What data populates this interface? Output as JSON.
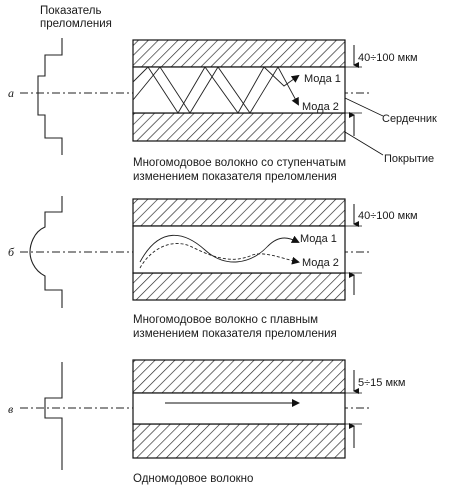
{
  "axis_label": {
    "line1": "Показатель",
    "line2": "преломления"
  },
  "panels": [
    {
      "letter": "а",
      "dimension": "40÷100 мкм",
      "modes": [
        "Мода 1",
        "Мода 2"
      ],
      "caption_line1": "Многомодовое волокно со ступенчатым",
      "caption_line2": "изменением показателя преломления"
    },
    {
      "letter": "б",
      "dimension": "40÷100 мкм",
      "modes": [
        "Мода 1",
        "Мода 2"
      ],
      "caption_line1": "Многомодовое волокно с плавным",
      "caption_line2": "изменением показателя преломления"
    },
    {
      "letter": "в",
      "dimension": "5÷15 мкм",
      "caption_line1": "Одномодовое волокно"
    }
  ],
  "callouts": {
    "core": "Сердечник",
    "cladding": "Покрытие"
  }
}
